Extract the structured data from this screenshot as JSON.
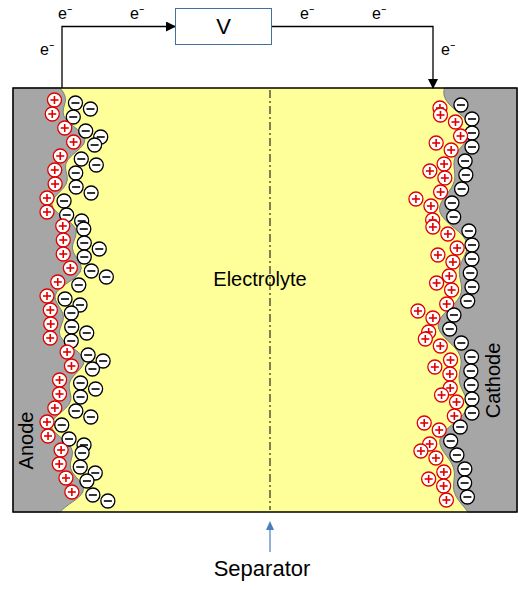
{
  "diagram": {
    "nodes": [
      {
        "text": [
          "V"
        ]
      },
      {
        "text": [
          "Anode"
        ]
      },
      {
        "text": [
          "Electrolyte"
        ]
      },
      {
        "text": [
          "Cathode"
        ]
      }
    ],
    "edges": [
      {
        "from": 1,
        "to": 0,
        "arrow": "to"
      },
      {
        "from": 0,
        "to": 3,
        "arrow": "to"
      }
    ],
    "labels": [
      "e⁻",
      "e⁻",
      "e⁻",
      "e⁻",
      "e⁻",
      "e⁻",
      "Separator"
    ]
  }
}
